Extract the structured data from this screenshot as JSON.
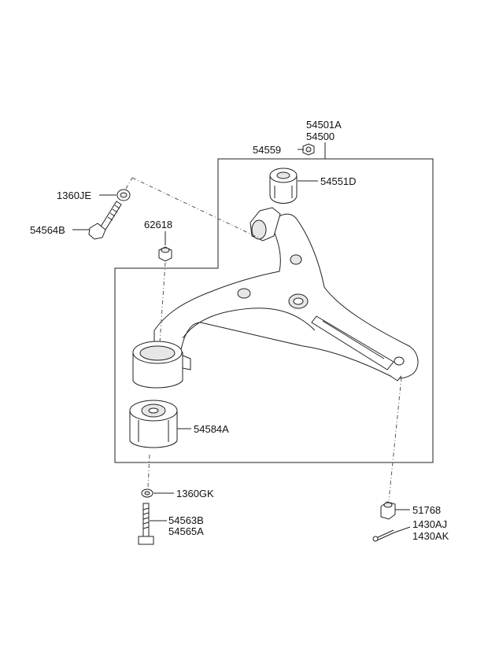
{
  "labels": {
    "p54501A": "54501A",
    "p54500": "54500",
    "p54559": "54559",
    "p54551D": "54551D",
    "p1360JE": "1360JE",
    "p54564B": "54564B",
    "p62618": "62618",
    "p54584A": "54584A",
    "p1360GK": "1360GK",
    "p54563B": "54563B",
    "p54565A": "54565A",
    "p51768": "51768",
    "p1430AJ": "1430AJ",
    "p1430AK": "1430AK"
  }
}
